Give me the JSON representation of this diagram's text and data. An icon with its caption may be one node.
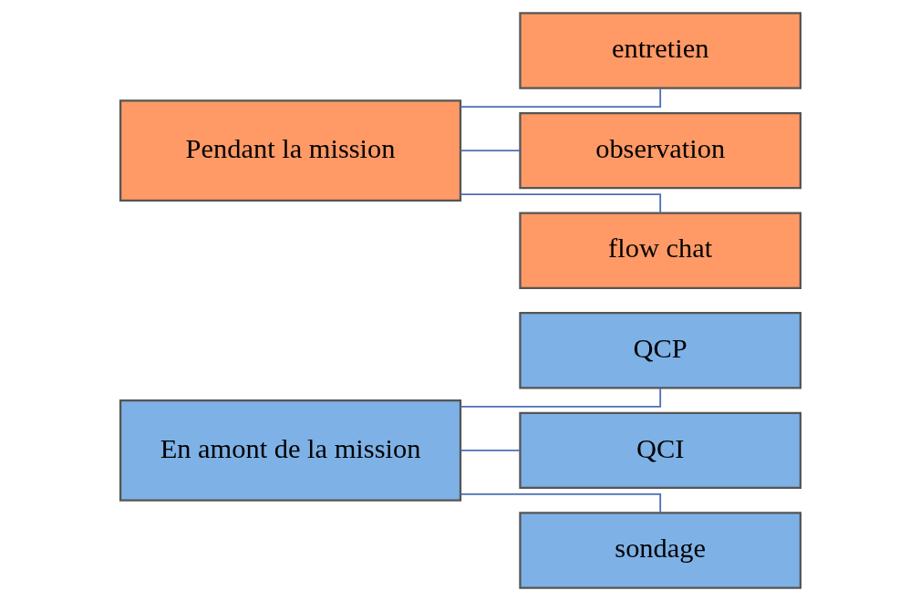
{
  "diagram": {
    "nodes": [
      {
        "text": [
          "En amont de la mission"
        ]
      },
      {
        "text": [
          "QCP"
        ]
      },
      {
        "text": [
          "QCI"
        ]
      },
      {
        "text": [
          "sondage"
        ]
      },
      {
        "text": [
          "Pendant la mission"
        ]
      },
      {
        "text": [
          "entretien"
        ]
      },
      {
        "text": [
          "observation"
        ]
      },
      {
        "text": [
          "flow chat"
        ]
      }
    ],
    "edges": [
      {
        "from": 0,
        "to": 1,
        "arrow": "none"
      },
      {
        "from": 0,
        "to": 2,
        "arrow": "none"
      },
      {
        "from": 0,
        "to": 3,
        "arrow": "none"
      },
      {
        "from": 4,
        "to": 5,
        "arrow": "none"
      },
      {
        "from": 4,
        "to": 6,
        "arrow": "none"
      },
      {
        "from": 4,
        "to": 7,
        "arrow": "none"
      }
    ]
  }
}
